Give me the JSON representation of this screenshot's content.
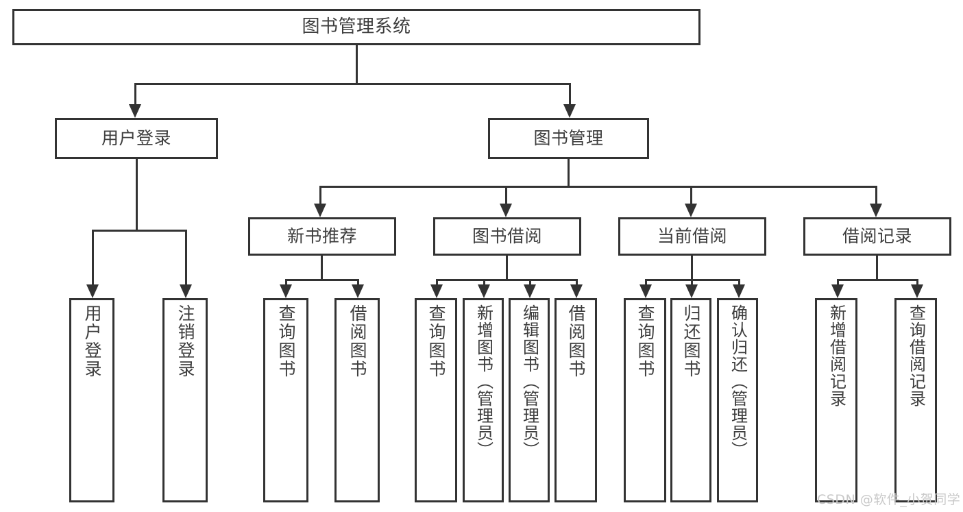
{
  "diagram": {
    "title": "图书管理系统",
    "root": {
      "label": "图书管理系统"
    },
    "level1": [
      {
        "label": "用户登录"
      },
      {
        "label": "图书管理"
      }
    ],
    "level2": [
      {
        "label": "新书推荐"
      },
      {
        "label": "图书借阅"
      },
      {
        "label": "当前借阅"
      },
      {
        "label": "借阅记录"
      }
    ],
    "leaves": {
      "user_login": [
        {
          "label": "用户登录"
        },
        {
          "label": "注销登录"
        }
      ],
      "new_book": [
        {
          "label": "查询图书"
        },
        {
          "label": "借阅图书"
        }
      ],
      "book_borrow": [
        {
          "label": "查询图书"
        },
        {
          "label": "新增图书（管理员）"
        },
        {
          "label": "编辑图书（管理员）"
        },
        {
          "label": "借阅图书"
        }
      ],
      "current_borrow": [
        {
          "label": "查询图书"
        },
        {
          "label": "归还图书"
        },
        {
          "label": "确认归还（管理员）"
        }
      ],
      "borrow_record": [
        {
          "label": "新增借阅记录"
        },
        {
          "label": "查询借阅记录"
        }
      ]
    }
  },
  "watermark": {
    "text": "CSDN @软件_小贺同学"
  },
  "colors": {
    "stroke": "#333333",
    "text": "#3d3d3d",
    "background": "#ffffff",
    "watermark": "#c9c9c9"
  }
}
